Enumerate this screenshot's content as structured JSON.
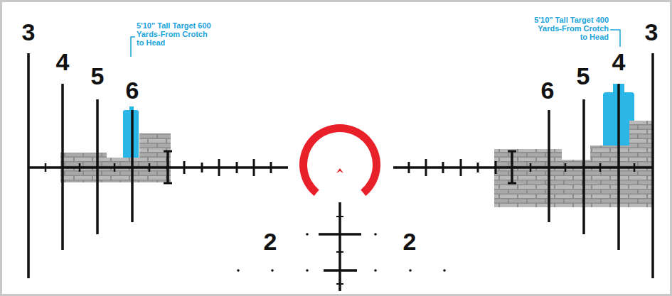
{
  "diagram": {
    "labels": [
      "3",
      "4",
      "5",
      "6",
      "5'10\" Tall Target 600 Yards-From Crotch to Head",
      "5'10\" Tall Target 400 Yards-From Crotch to Head",
      "6",
      "5",
      "4",
      "3",
      "2",
      "2"
    ]
  }
}
